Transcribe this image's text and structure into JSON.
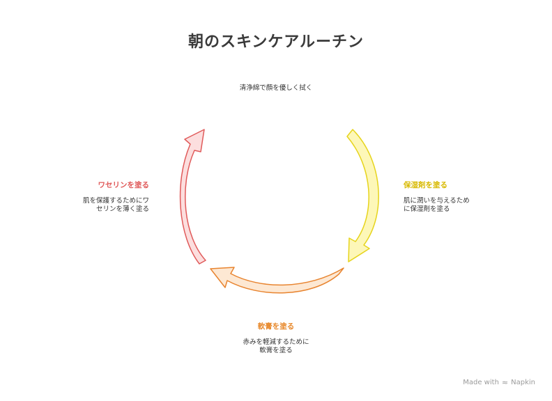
{
  "title": "朝のスキンケアルーチン",
  "steps": {
    "top": {
      "text": "清浄綿で顔を優しく拭く"
    },
    "right": {
      "heading": "保湿剤を塗る",
      "text": [
        "肌に潤いを与えるため",
        "に保湿剤を塗る"
      ]
    },
    "bottom": {
      "heading": "軟膏を塗る",
      "text": [
        "赤みを軽減するために",
        "軟膏を塗る"
      ]
    },
    "left": {
      "heading": "ワセリンを塗る",
      "text": [
        "肌を保護するためにワ",
        "セリンを薄く塗る"
      ]
    }
  },
  "branding": {
    "made_with": "Made with",
    "brand_name": "Napkin",
    "icon": "napkin-logo-icon"
  },
  "colors": {
    "yellow_stroke": "#e6d41c",
    "yellow_fill": "#fdf7b8",
    "orange_stroke": "#e8842f",
    "orange_fill": "#fde8d3",
    "red_stroke": "#e05a5a",
    "red_fill": "#fcdede"
  }
}
